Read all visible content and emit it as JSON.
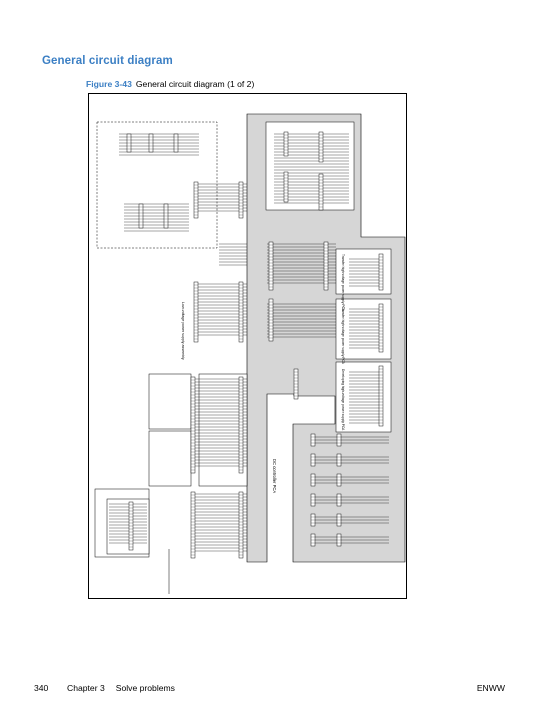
{
  "page": {
    "heading": "General circuit diagram",
    "figure_number": "Figure 3-43",
    "figure_title": "General circuit diagram (1 of 2)"
  },
  "diagram": {
    "labels": {
      "controller": "DC controller PCA",
      "low_voltage": "Low-voltage power supply assembly",
      "high_voltage_1": "Transfer high voltage power supply PCA",
      "high_voltage_2": "Transfer high voltage power supply PCA",
      "developing": "Developing high-voltage power supply PCA"
    }
  },
  "footer": {
    "page_number": "340",
    "chapter": "Chapter 3",
    "section": "Solve problems",
    "code": "ENWW"
  }
}
